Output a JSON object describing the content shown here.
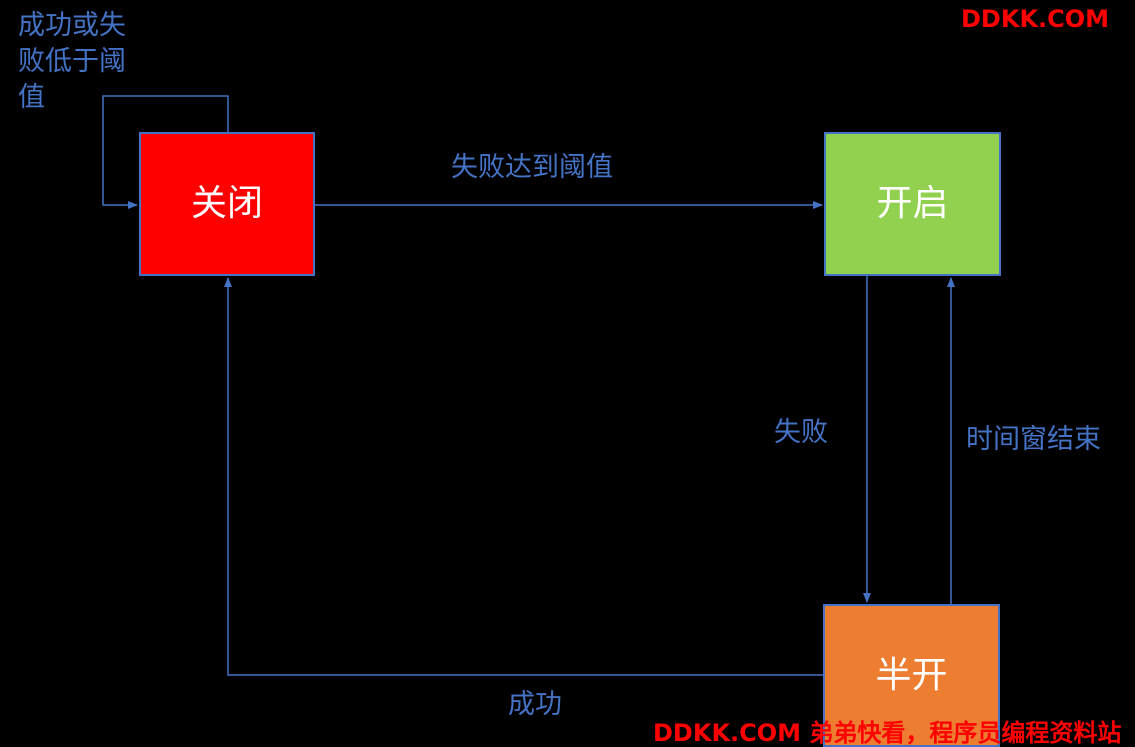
{
  "states": {
    "closed": {
      "label": "关闭",
      "color": "#FF0000"
    },
    "open": {
      "label": "开启",
      "color": "#92D050"
    },
    "half_open": {
      "label": "半开",
      "color": "#ED7D31"
    }
  },
  "transitions": {
    "closed_self": "成功或失败低于阈值",
    "closed_to_open": "失败达到阈值",
    "half_open_to_open": "时间窗结束",
    "half_open_to_closed": "成功",
    "open_to_half_open": "失败"
  },
  "watermark": {
    "top": "DDKK.COM",
    "bottom": "DDKK.COM 弟弟快看，程序员编程资料站"
  },
  "colors": {
    "edge": "#4472C4",
    "label": "#4472C4",
    "background": "#000000",
    "watermark": "#FF0000"
  }
}
